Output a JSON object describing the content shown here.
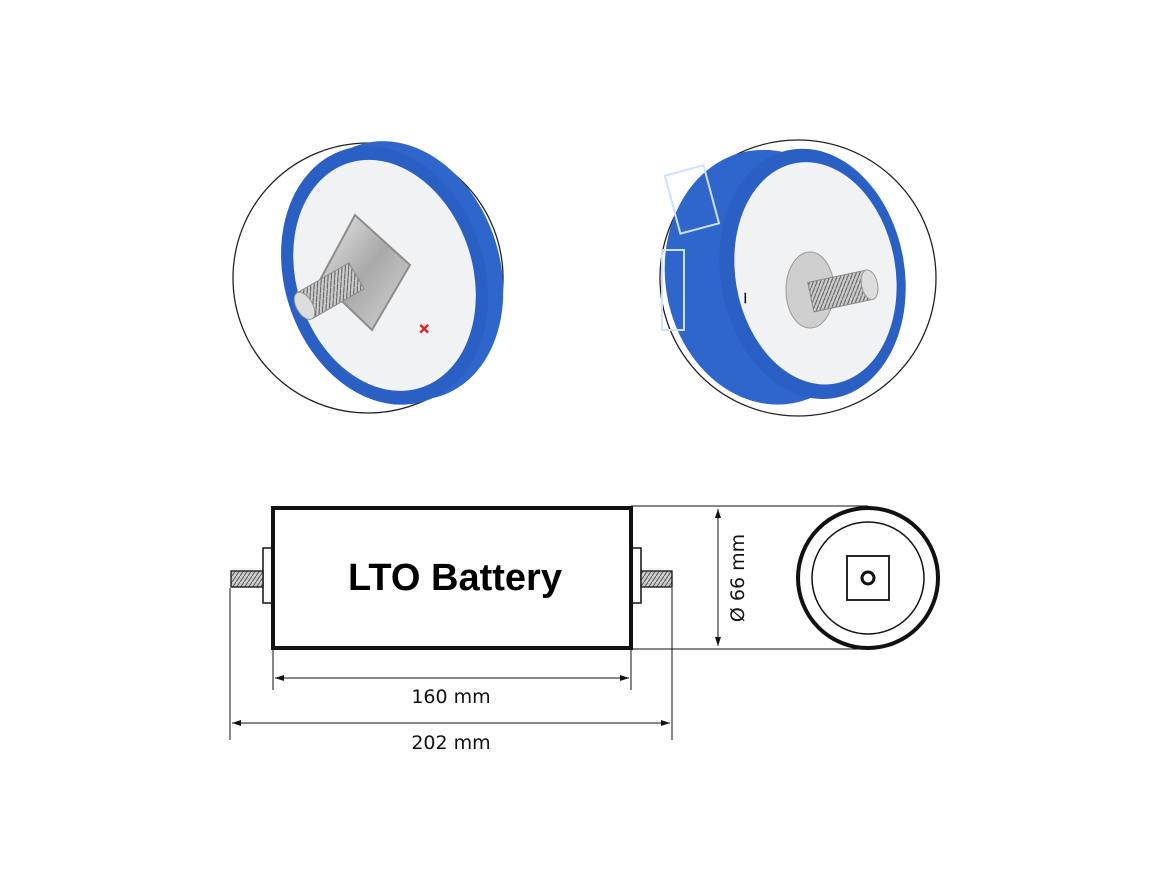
{
  "diagram": {
    "title": "LTO Battery",
    "dimensions": {
      "body_length": "160 mm",
      "total_length": "202 mm",
      "diameter": "Ø 66 mm"
    },
    "polarity": {
      "positive_mark": "+",
      "negative_mark": "−"
    },
    "colors": {
      "casing_blue": "#2a63c9",
      "face_white": "#f1f2f4",
      "positive_red": "#d8242b"
    }
  }
}
